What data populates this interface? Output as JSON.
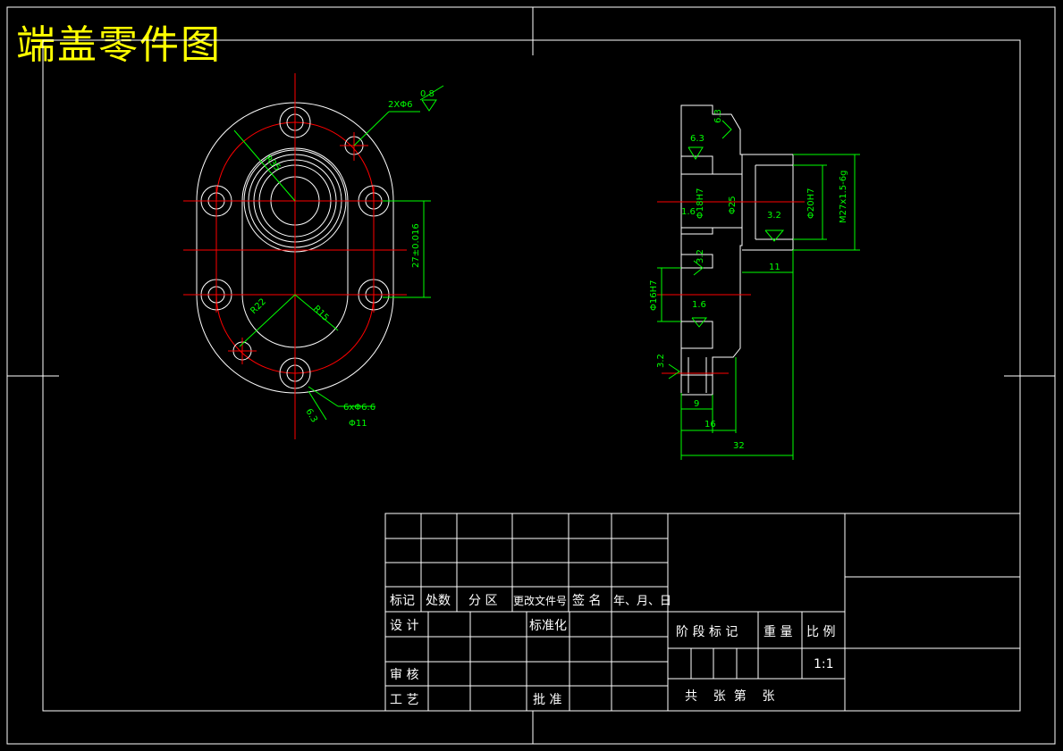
{
  "title": "端盖零件图",
  "colors": {
    "background": "#000000",
    "title": "#ffff00",
    "outline": "#ffffff",
    "centerline": "#ff0000",
    "dimension": "#00ff00"
  },
  "front_view": {
    "dims": {
      "holes2": "2XΦ6",
      "roughness_top": "0.8",
      "r_outer": "R35",
      "pitch": "27±0.016",
      "r22": "R22",
      "r15": "R15",
      "holes6": "6xΦ6.6",
      "cbore": "Φ11",
      "rough_bottom": "6.3"
    }
  },
  "section_view": {
    "dims": {
      "r63a": "6.3",
      "r63b": "6.3",
      "r16a": "1.6",
      "d18": "Φ18H7",
      "d25": "Φ25",
      "d20": "Φ20H7",
      "m27": "M27x1.5-6g",
      "r32a": "3.2",
      "r32b": "3.2",
      "d16": "Φ16H7",
      "r16b": "1.6",
      "r32c": "3.2",
      "l11": "11",
      "l9": "9",
      "l16": "16",
      "l32": "32"
    }
  },
  "title_block": {
    "h1": "标记",
    "h2": "处数",
    "h3": "分 区",
    "h4": "更改文件号",
    "h5": "签 名",
    "h6": "年、月、日",
    "design": "设 计",
    "standard": "标准化",
    "review": "审 核",
    "process": "工 艺",
    "approve": "批 准",
    "stage": "阶 段 标 记",
    "weight": "重 量",
    "scale_label": "比 例",
    "scale": "1:1",
    "sheets": "共    张  第    张"
  }
}
